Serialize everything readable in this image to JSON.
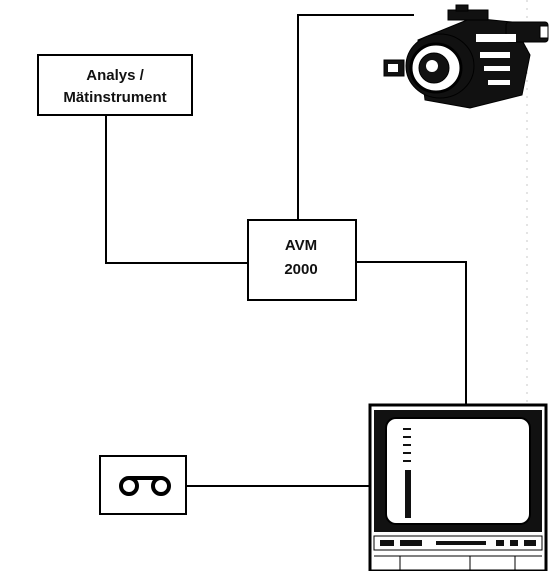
{
  "diagram": {
    "measurement_box": {
      "line1": "Analys /",
      "line2": "Mätinstrument"
    },
    "avm_box": {
      "line1": "AVM",
      "line2": "2000"
    },
    "icons": {
      "camera": "video-camera-icon",
      "cassette": "cassette-icon",
      "monitor": "tv-monitor-icon"
    }
  }
}
